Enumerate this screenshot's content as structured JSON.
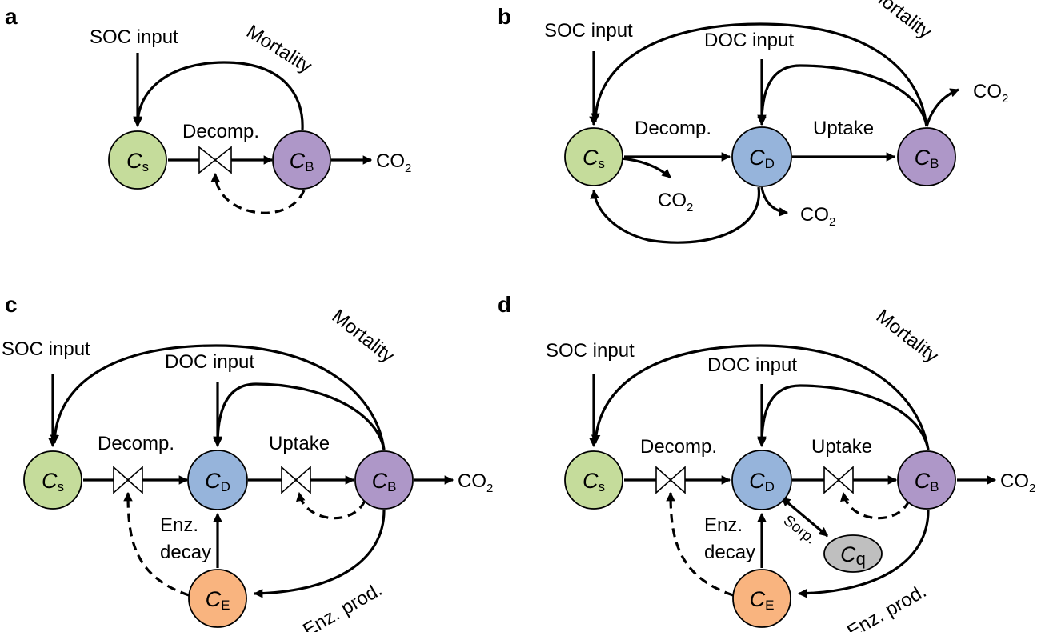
{
  "colors": {
    "soil_carbon": "#c5dc9b",
    "doc": "#96b4db",
    "biomass": "#ae97c8",
    "enzyme": "#f9b47f",
    "sorbed": "#bfbfbf"
  },
  "nodes": {
    "cs": {
      "letter": "C",
      "sub": "s"
    },
    "cd": {
      "letter": "C",
      "sub": "D"
    },
    "cb": {
      "letter": "C",
      "sub": "B"
    },
    "ce": {
      "letter": "C",
      "sub": "E"
    },
    "cq": {
      "letter": "C",
      "sub": "q"
    }
  },
  "co2": {
    "main": "CO",
    "sub": "2"
  },
  "panel_a": {
    "letter": "a",
    "soc_input": "SOC input",
    "mortality": "Mortality",
    "decomp": "Decomp."
  },
  "panel_b": {
    "letter": "b",
    "soc_input": "SOC input",
    "doc_input": "DOC input",
    "mortality": "Mortality",
    "decomp": "Decomp.",
    "uptake": "Uptake"
  },
  "panel_c": {
    "letter": "c",
    "soc_input": "SOC input",
    "doc_input": "DOC input",
    "mortality": "Mortality",
    "decomp": "Decomp.",
    "uptake": "Uptake",
    "enz_decay_1": "Enz.",
    "enz_decay_2": "decay",
    "enz_prod": "Enz. prod."
  },
  "panel_d": {
    "letter": "d",
    "soc_input": "SOC input",
    "doc_input": "DOC input",
    "mortality": "Mortality",
    "decomp": "Decomp.",
    "uptake": "Uptake",
    "enz_decay_1": "Enz.",
    "enz_decay_2": "decay",
    "enz_prod": "Enz. prod.",
    "sorp": "Sorp."
  }
}
